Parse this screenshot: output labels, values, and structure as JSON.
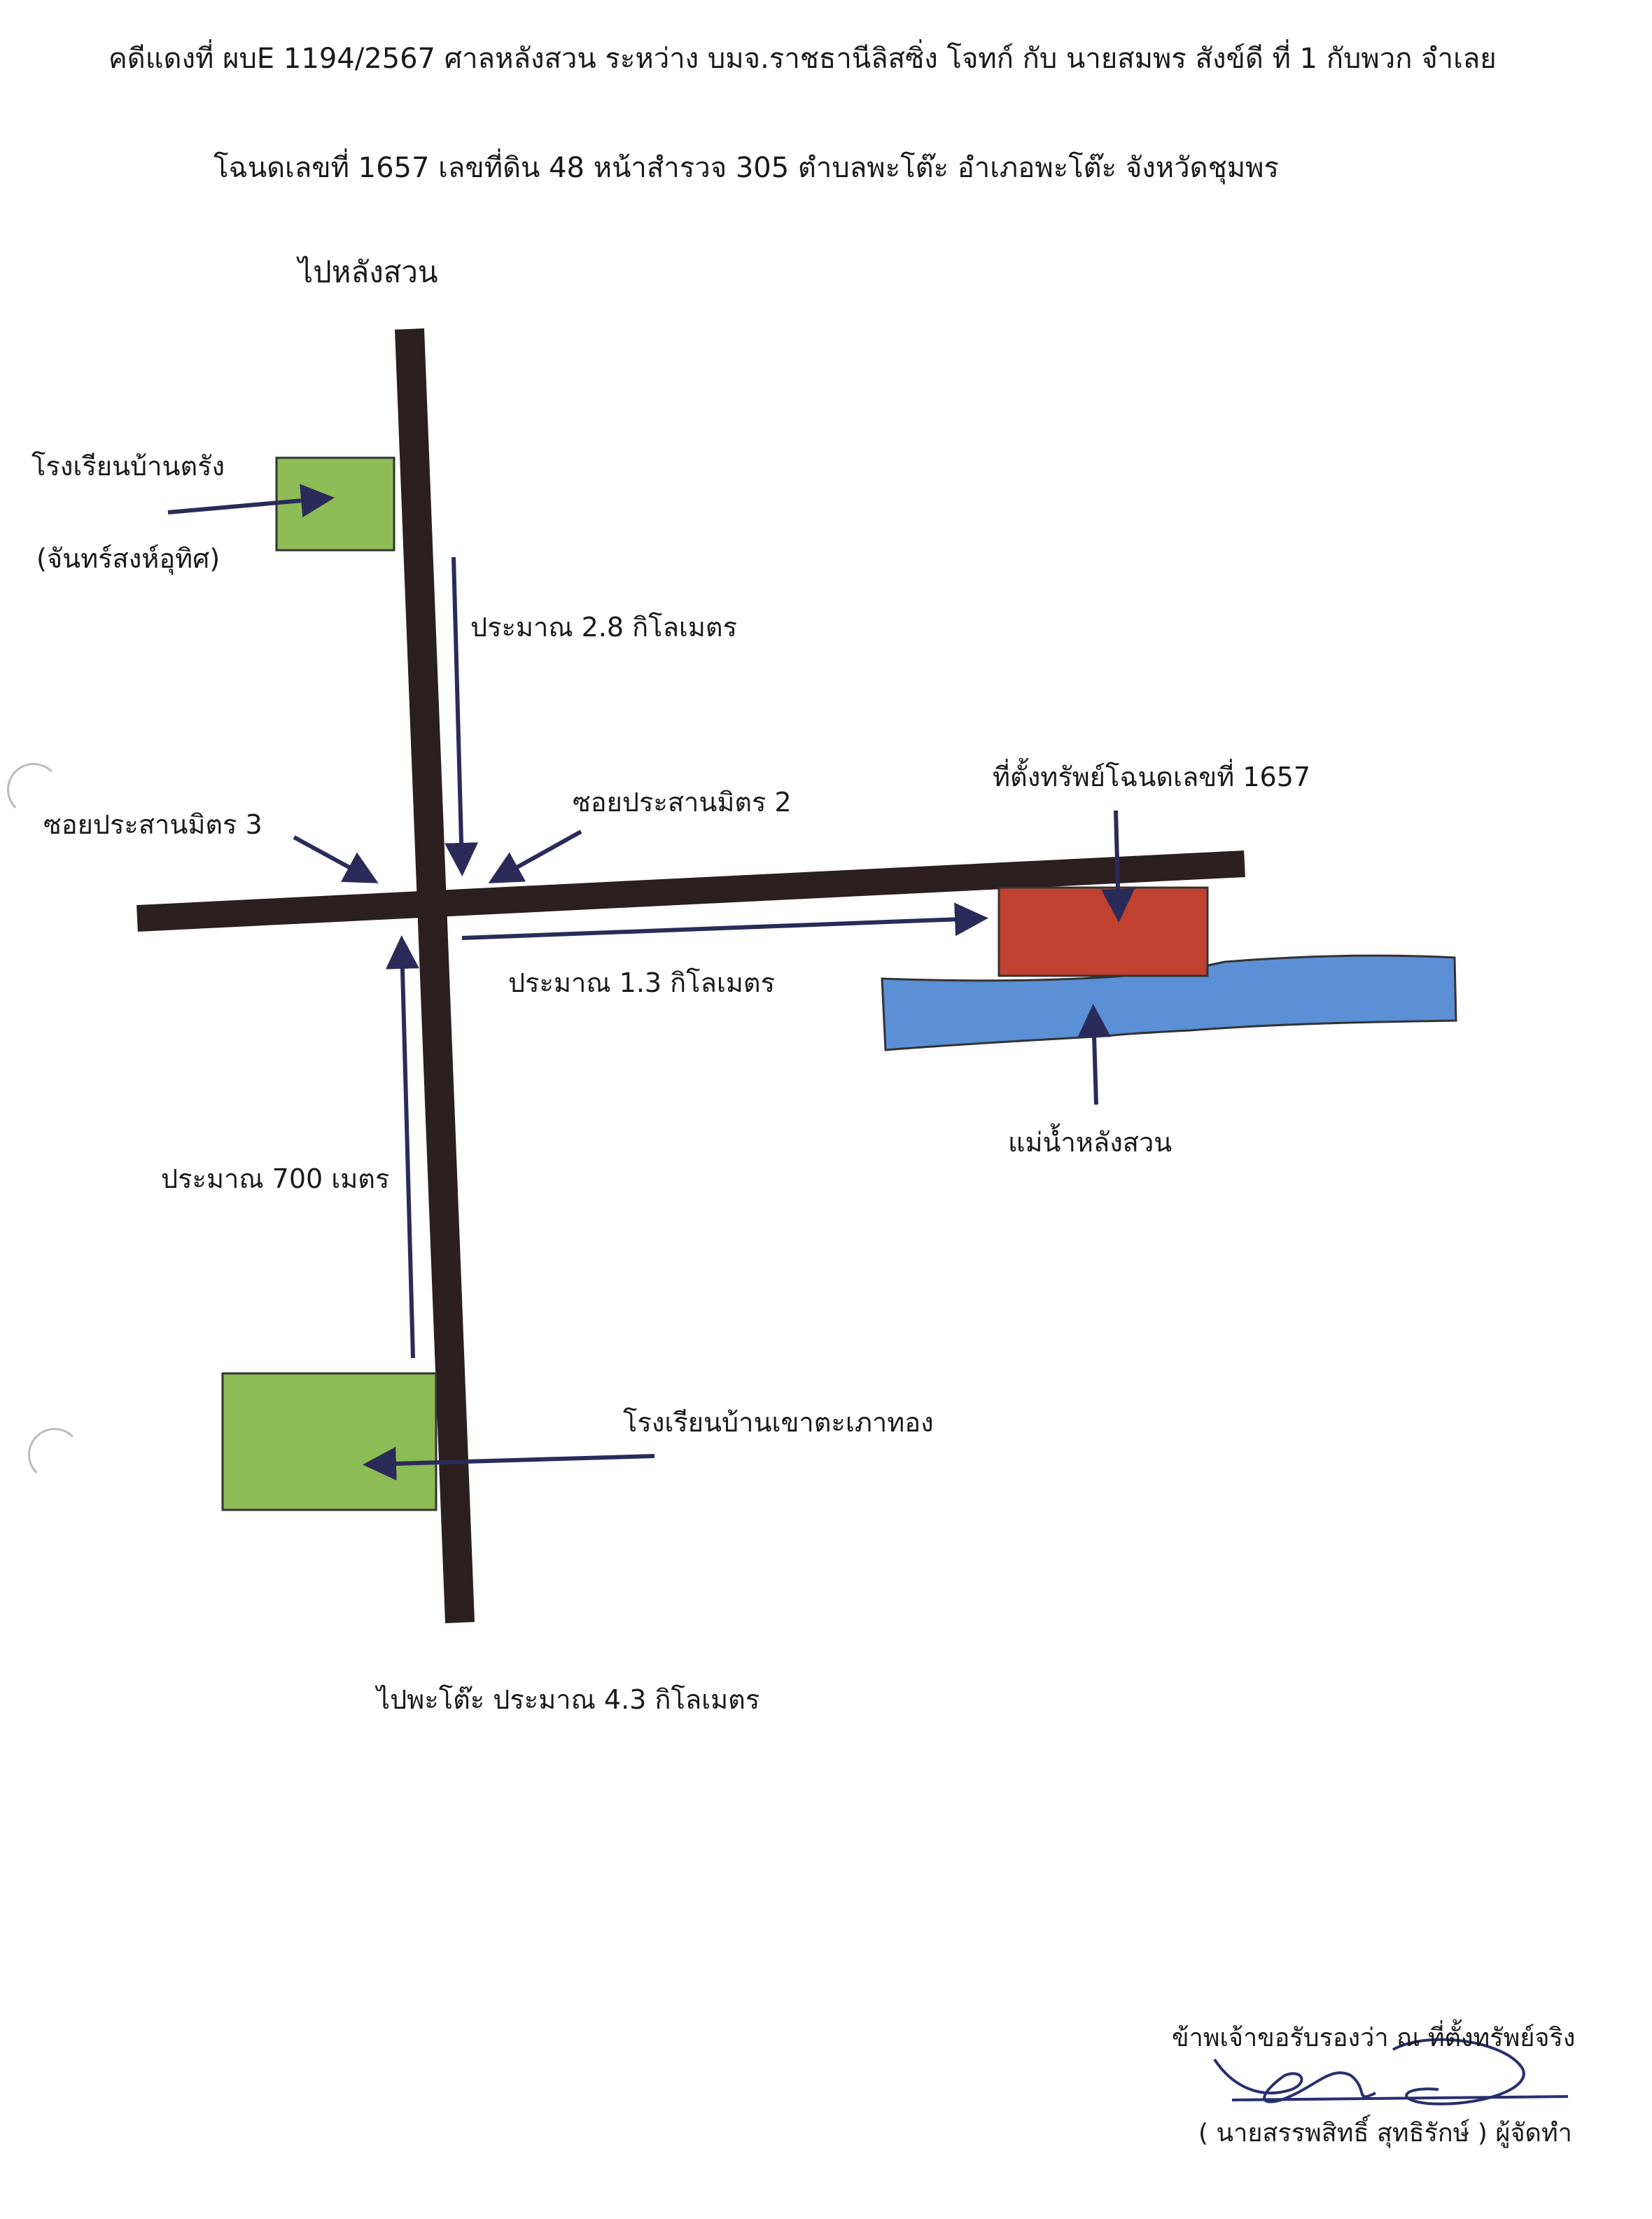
{
  "header": {
    "line1": "คดีแดงที่ ผบE 1194/2567 ศาลหลังสวน ระหว่าง บมจ.ราชธานีลิสซิ่ง โจทก์ กับ นายสมพร  สังข์ดี ที่ 1 กับพวก จำเลย",
    "line2": "โฉนดเลขที่ 1657 เลขที่ดิน 48  หน้าสำรวจ 305 ตำบลพะโต๊ะ  อำเภอพะโต๊ะ     จังหวัดชุมพร"
  },
  "map": {
    "to_langsuan": "ไปหลังสวน",
    "school_north_line1": "โรงเรียนบ้านตรัง",
    "school_north_line2": "(จันทร์สงห์อุทิศ)",
    "dist_north": "ประมาณ 2.8 กิโลเมตร",
    "soi_3": "ซอยประสานมิตร 3",
    "soi_2": "ซอยประสานมิตร 2",
    "property_label": "ที่ตั้งทรัพย์โฉนดเลขที่ 1657",
    "dist_east": "ประมาณ 1.3 กิโลเมตร",
    "river_label": "แม่น้ำหลังสวน",
    "dist_south": "ประมาณ 700 เมตร",
    "school_south": "โรงเรียนบ้านเขาตะเภาทอง",
    "to_phato": "ไปพะโต๊ะ ประมาณ 4.3 กิโลเมตร"
  },
  "signature": {
    "certify": "ข้าพเจ้าขอรับรองว่า ณ ที่ตั้งทรัพย์จริง",
    "name": "( นายสรรพสิทธิ์  สุทธิรักษ์ ) ผู้จัดทำ"
  },
  "colors": {
    "road": "#2b1f1f",
    "school": "#8dbb55",
    "property": "#c0412f",
    "river": "#5b8fd6"
  }
}
